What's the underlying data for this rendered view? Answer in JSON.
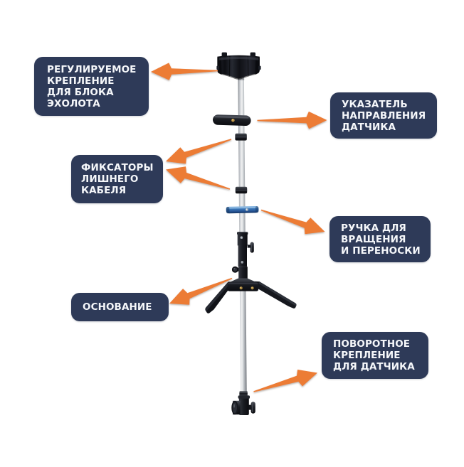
{
  "figure_title": "echo-sounder-pole-mount-diagram",
  "colors": {
    "background": "#ffffff",
    "label_bg": "#2e3a58",
    "label_text": "#f5f7fa",
    "arrow": "#ec7b35",
    "handle_blue": "#3a76b8",
    "pole_silver": "#c8cbd0",
    "hardware_black": "#17191f"
  },
  "labels": [
    {
      "id": "adjustable-mount",
      "lines": [
        "РЕГУЛИРУЕМОЕ",
        "КРЕПЛЕНИЕ",
        "ДЛЯ БЛОКА",
        "ЭХОЛОТА"
      ]
    },
    {
      "id": "direction-indicator",
      "lines": [
        "УКАЗАТЕЛЬ",
        "НАПРАВЛЕНИЯ",
        "ДАТЧИКА"
      ]
    },
    {
      "id": "cable-fixators",
      "lines": [
        "ФИКСАТОРЫ",
        "ЛИШНЕГО",
        "КАБЕЛЯ"
      ]
    },
    {
      "id": "rotation-handle",
      "lines": [
        "РУЧКА ДЛЯ",
        "ВРАЩЕНИЯ",
        "И ПЕРЕНОСКИ"
      ]
    },
    {
      "id": "base",
      "lines": [
        "ОСНОВАНИЕ"
      ]
    },
    {
      "id": "swivel-mount",
      "lines": [
        "ПОВОРОТНОЕ",
        "КРЕПЛЕНИЕ",
        "ДЛЯ ДАТЧИКА"
      ]
    }
  ],
  "figure_parts": [
    "echo-sounder-cradle",
    "direction-indicator-bar",
    "aluminum-pole",
    "cable-clamp-upper",
    "cable-clamp-lower",
    "blue-carry-handle",
    "clamp-column",
    "tripod-base",
    "transducer-swivel-mount"
  ]
}
